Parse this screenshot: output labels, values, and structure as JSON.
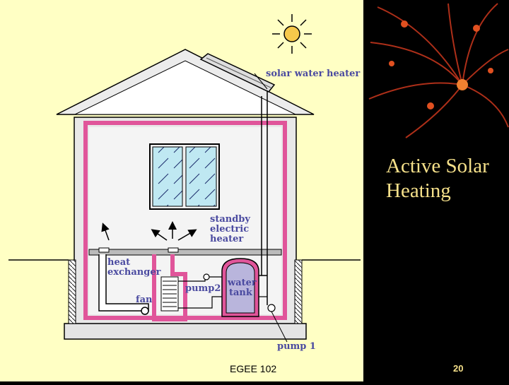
{
  "slide": {
    "title_line1": "Active Solar",
    "title_line2": "Heating",
    "footer": "EGEE 102",
    "page_number": "20"
  },
  "diagram": {
    "labels": {
      "solar_water_heater": "solar water heater",
      "standby_1": "standby",
      "standby_2": "electric",
      "standby_3": "heater",
      "heat_exchanger_1": "heat",
      "heat_exchanger_2": "exchanger",
      "fan": "fan",
      "pump2": "pump2",
      "water_tank_1": "water",
      "water_tank_2": "tank",
      "pump1": "pump 1"
    }
  },
  "colors": {
    "slide_background": "#ffffc4",
    "panel_background": "#000000",
    "title_color": "#f5e08a",
    "insulation_pink": "#e0559a",
    "label_blue": "#4a4aa0"
  },
  "icons": [
    "sun-icon",
    "fireworks-decoration"
  ]
}
